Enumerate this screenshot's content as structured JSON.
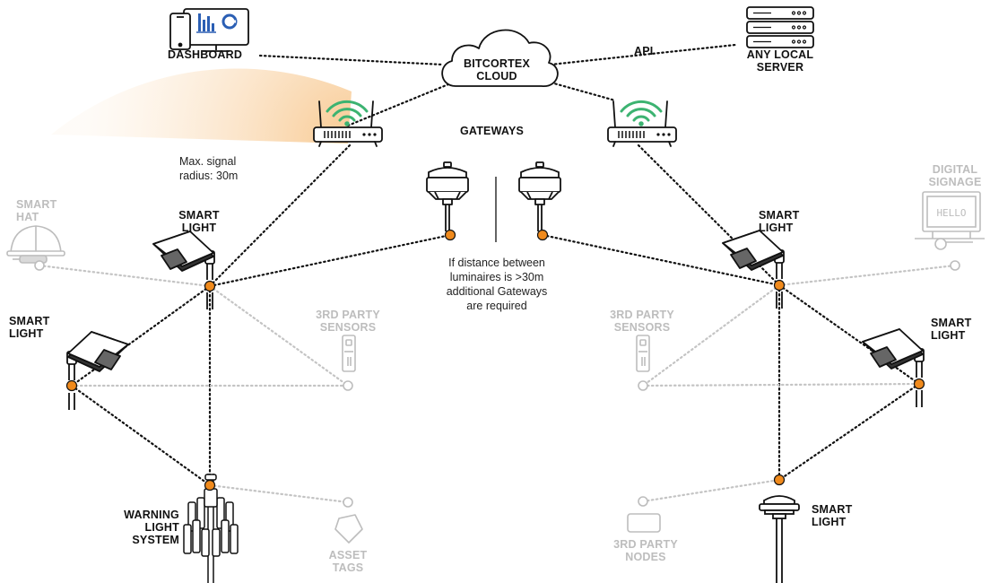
{
  "labels": {
    "dashboard": "DASHBOARD",
    "cloud": "BITCORTEX\nCLOUD",
    "api": "API",
    "local_server": "ANY LOCAL\nSERVER",
    "gateways": "GATEWAYS",
    "signal_note": "Max. signal\nradius: 30m",
    "distance_note": "If distance between\nluminaires is >30m\nadditional Gateways\nare required",
    "smart_hat": "SMART\nHAT",
    "smart_light_left_top": "SMART\nLIGHT",
    "smart_light_left_mid": "SMART\nLIGHT",
    "third_party_sensors_left": "3RD PARTY\nSENSORS",
    "warning_light_system": "WARNING\nLIGHT\nSYSTEM",
    "asset_tags": "ASSET\nTAGS",
    "digital_signage": "DIGITAL\nSIGNAGE",
    "smart_light_right_top": "SMART\nLIGHT",
    "smart_light_right_mid": "SMART\nLIGHT",
    "third_party_sensors_right": "3RD PARTY\nSENSORS",
    "third_party_nodes": "3RD PARTY\nNODES",
    "smart_light_right_bottom": "SMART\nLIGHT",
    "signage_screen_text": "HELLO"
  },
  "colors": {
    "node_orange": "#f08a1c",
    "wifi_green": "#3cb371",
    "signal_glow": "#f7c98f",
    "inactive_grey": "#bdbdbd",
    "dashboard_blue": "#2b5fb4"
  },
  "icons": [
    "monitor-icon",
    "phone-icon",
    "cloud-icon",
    "server-icon",
    "router-icon",
    "wifi-icon",
    "gateway-luminaire-icon",
    "street-light-icon",
    "hard-hat-icon",
    "sensor-icon",
    "warning-light-icon",
    "asset-tag-icon",
    "signage-icon",
    "node-icon",
    "bollard-light-icon"
  ]
}
